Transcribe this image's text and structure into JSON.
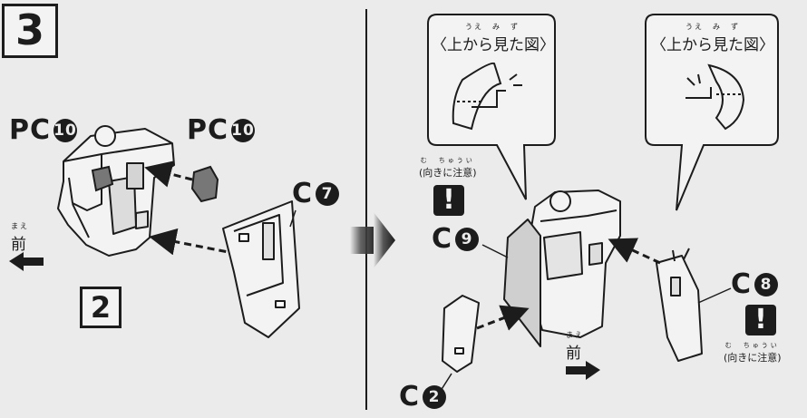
{
  "step": {
    "number": "3"
  },
  "left_panel": {
    "pc_label_left": "PC",
    "pc_num_left": "10",
    "pc_label_right": "PC",
    "pc_num_right": "10",
    "c7_label": "C",
    "c7_num": "7",
    "front_ruby": "まえ",
    "front_label": "前",
    "sub_step_box": "2"
  },
  "right_panel": {
    "view_left": {
      "ruby": "うえ　み　ず",
      "text": "〈上から見た図〉"
    },
    "view_right": {
      "ruby": "うえ　み　ず",
      "text": "〈上から見た図〉"
    },
    "caution_left": {
      "ruby": "む　ちゅうい",
      "text": "(向きに注意)"
    },
    "caution_right": {
      "ruby": "む　ちゅうい",
      "text": "(向きに注意)"
    },
    "caution_mark": "!",
    "c9_label": "C",
    "c9_num": "9",
    "c8_label": "C",
    "c8_num": "8",
    "c2_label": "C",
    "c2_num": "2",
    "front_ruby": "まえ",
    "front_label": "前"
  },
  "colors": {
    "background": "#ebebeb",
    "ink": "#1c1c1c",
    "part_fill": "#f3f3f3",
    "pc_gray": "#777777"
  }
}
